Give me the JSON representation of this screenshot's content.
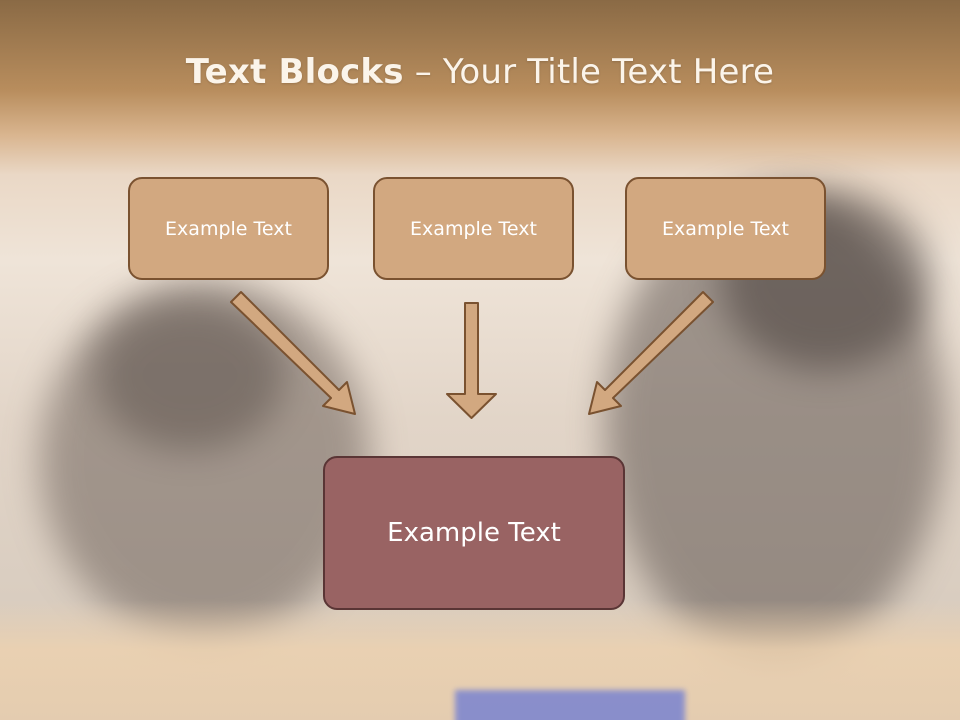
{
  "slide": {
    "title_bold": "Text Blocks",
    "title_dash": " – ",
    "title_rest": "Your Title Text Here",
    "boxes": [
      {
        "text": "Example Text"
      },
      {
        "text": "Example Text"
      },
      {
        "text": "Example Text"
      }
    ],
    "main_box": {
      "text": "Example Text"
    }
  },
  "colors": {
    "box_fill": "#d2a880",
    "box_border": "#7a5230",
    "main_fill": "#996363",
    "arrow_fill": "#d2a880"
  },
  "icons": [
    "arrow-down-right-icon",
    "arrow-down-icon",
    "arrow-down-left-icon"
  ]
}
